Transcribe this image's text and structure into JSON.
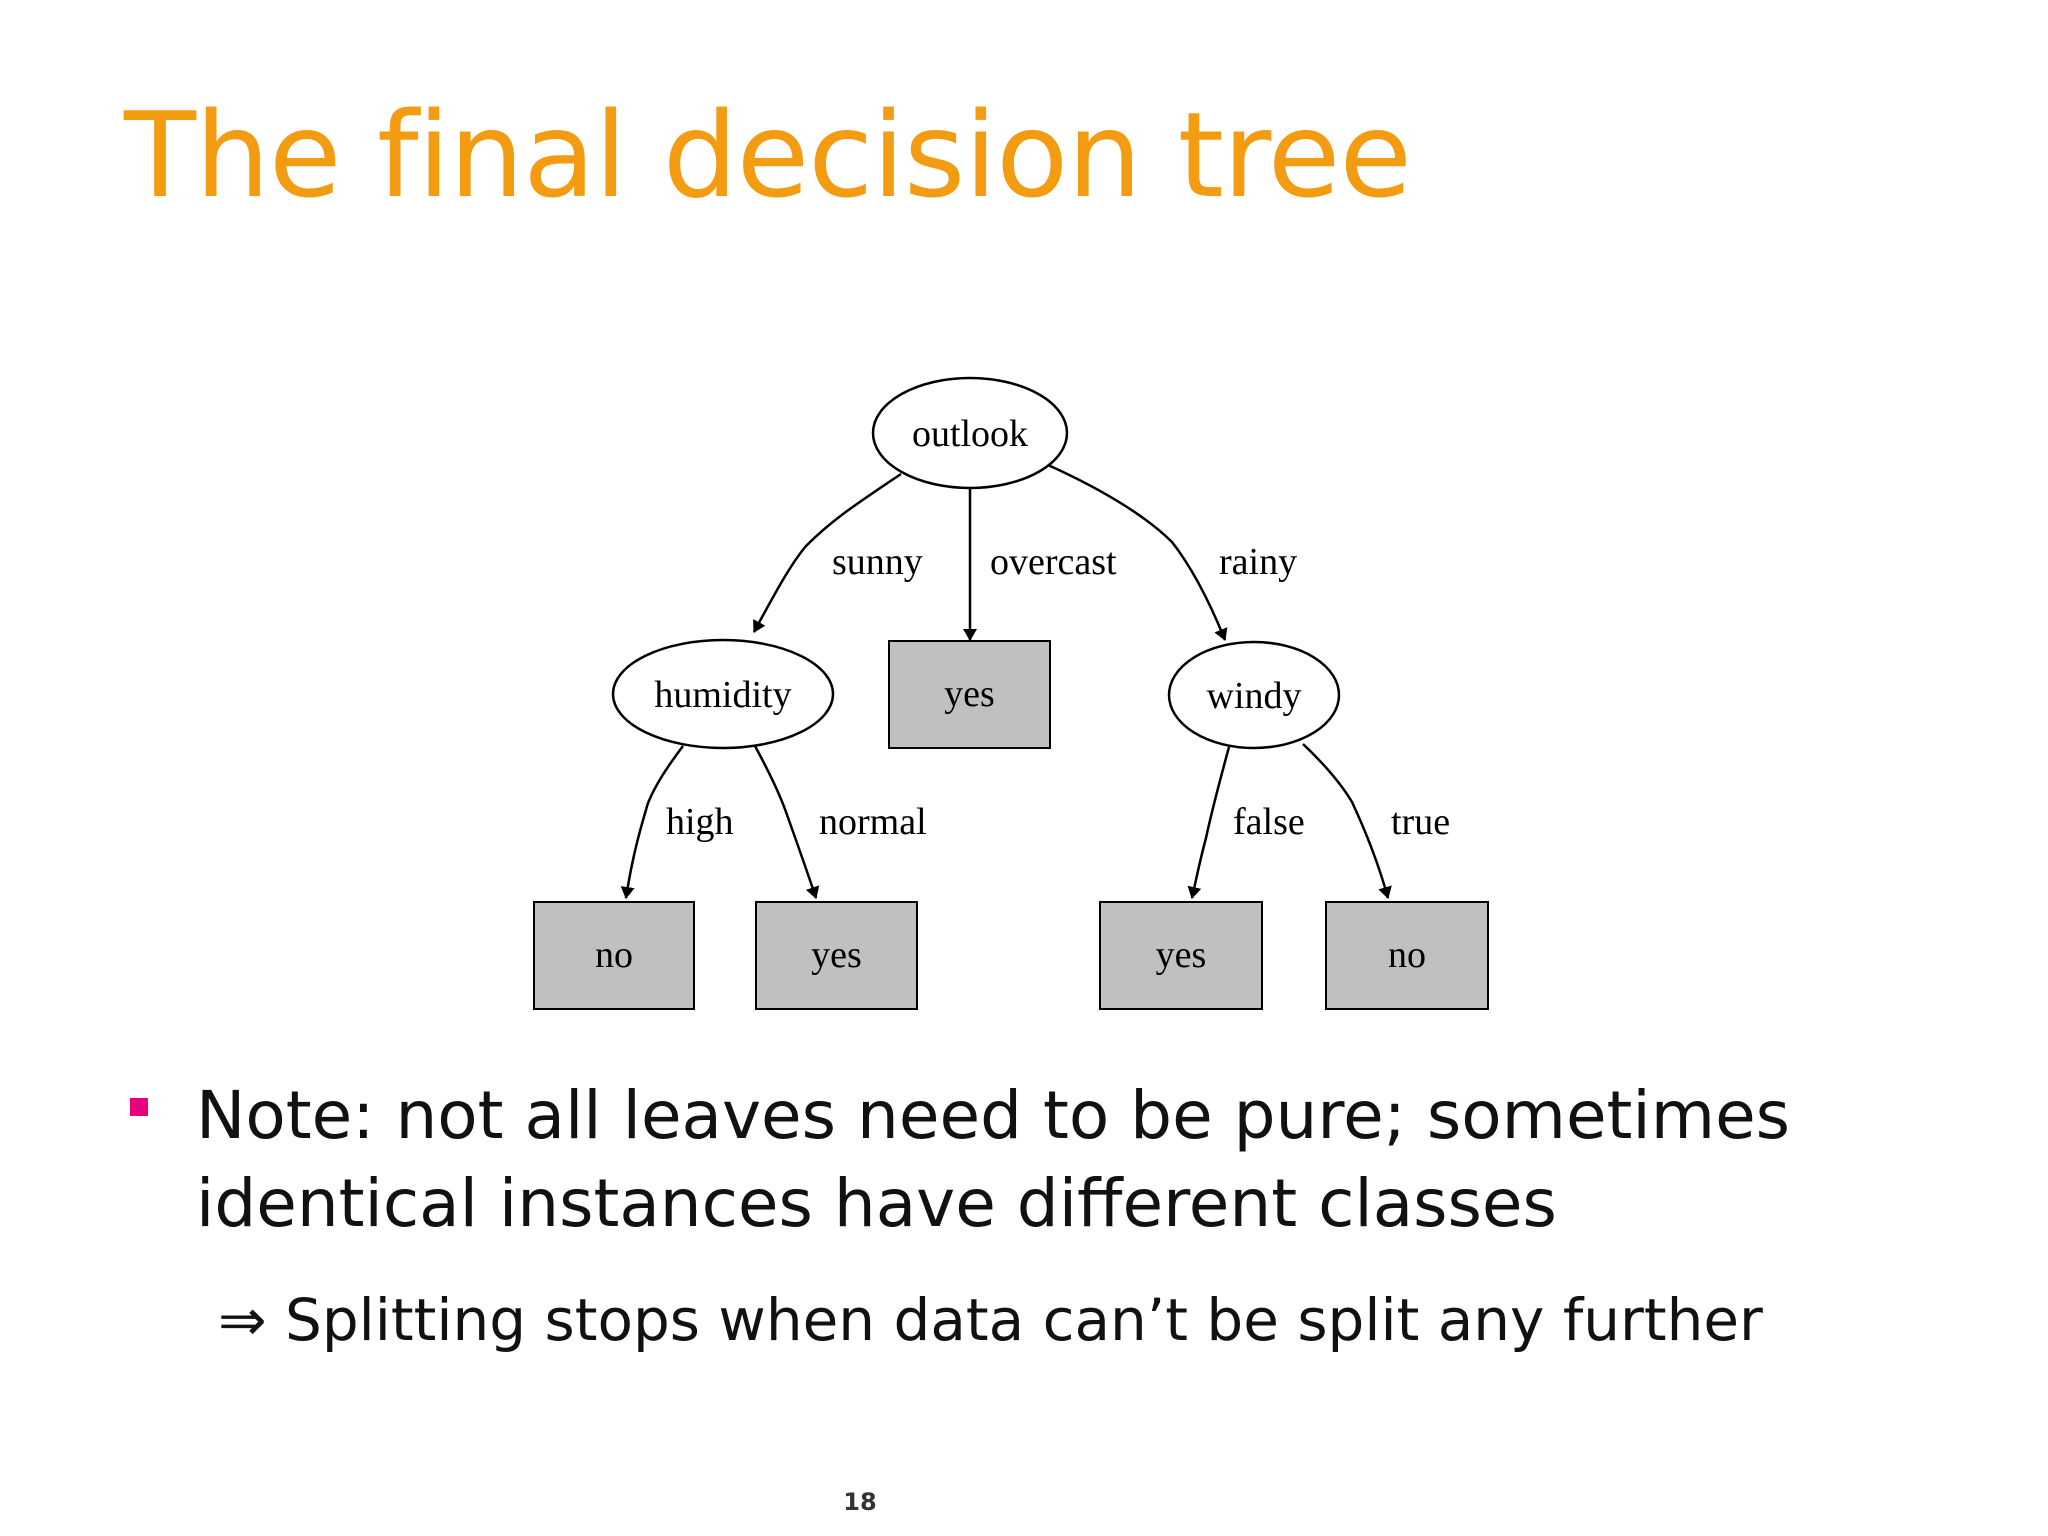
{
  "slide": {
    "title": "The final decision tree",
    "bullet": "Note: not all leaves need to be pure; sometimes identical instances have different classes",
    "sub_bullet": "⇒ Splitting stops when data can’t be split any further",
    "page_number": "18",
    "colors": {
      "title": "#F39C12",
      "bullet_marker": "#E6007E",
      "leaf_fill": "#C0C0C0"
    }
  },
  "tree": {
    "nodes": {
      "outlook": "outlook",
      "humidity": "humidity",
      "windy": "windy",
      "leaf_overcast": "yes",
      "leaf_high": "no",
      "leaf_normal": "yes",
      "leaf_false": "yes",
      "leaf_true": "no"
    },
    "edges": {
      "sunny": "sunny",
      "overcast": "overcast",
      "rainy": "rainy",
      "high": "high",
      "normal": "normal",
      "false": "false",
      "true": "true"
    }
  }
}
